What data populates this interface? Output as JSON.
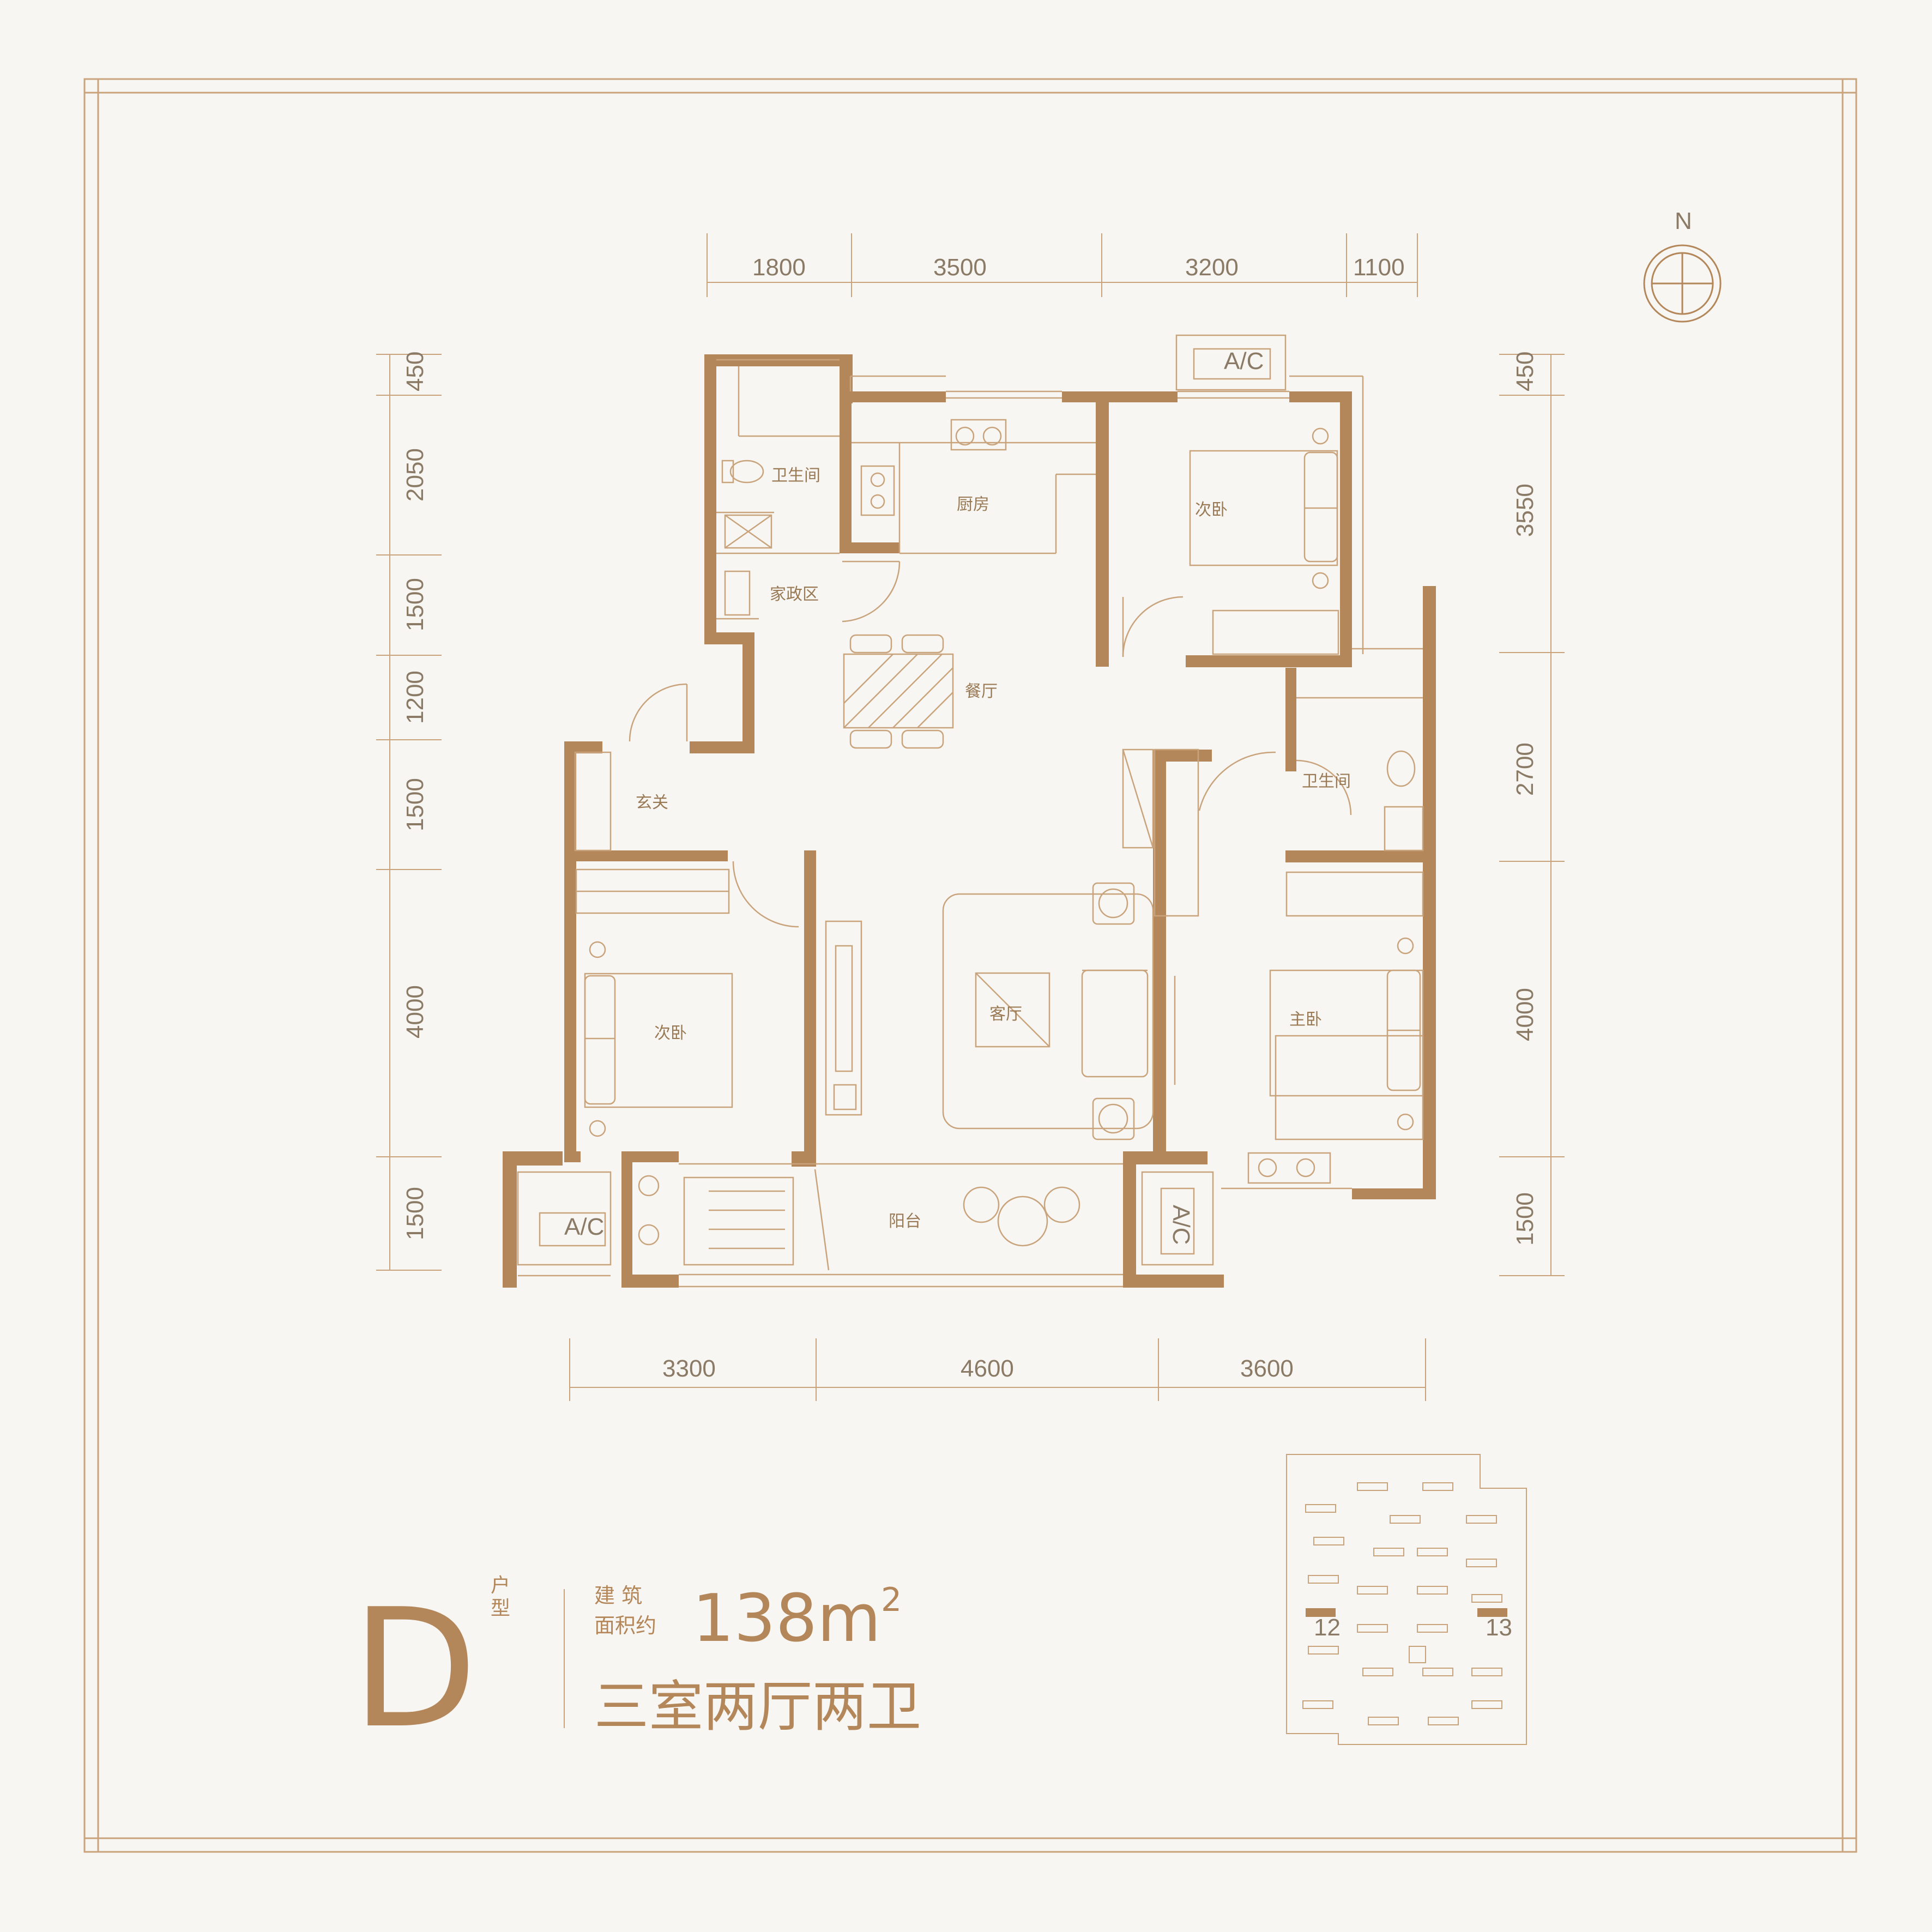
{
  "colors": {
    "wall": "#b4875a",
    "line": "#c9a37c",
    "text": "#8a7a66",
    "background": "#f7f6f2"
  },
  "compass": {
    "label": "N",
    "icon": "north-compass-icon"
  },
  "dimensions": {
    "top": [
      "1800",
      "3500",
      "3200",
      "1100"
    ],
    "bottom": [
      "3300",
      "4600",
      "3600"
    ],
    "left": [
      "450",
      "2050",
      "1500",
      "1200",
      "1500",
      "4000",
      "1500"
    ],
    "right": [
      "450",
      "3550",
      "2700",
      "4000",
      "1500"
    ]
  },
  "rooms": {
    "bathroom_1": "卫生间",
    "kitchen": "厨房",
    "bedroom_north": "次卧",
    "housekeeping": "家政区",
    "dining": "餐厅",
    "bathroom_2": "卫生间",
    "entry": "玄关",
    "bedroom_west": "次卧",
    "living": "客厅",
    "master_bedroom": "主卧",
    "balcony": "阳台"
  },
  "ac_labels": [
    "A/C",
    "A/C",
    "A/C"
  ],
  "info": {
    "type_letter": "D",
    "type_suffix": "户型",
    "area_label_line1": "建 筑",
    "area_label_line2": "面积约",
    "area_value": "138m",
    "area_sup": "2",
    "layout": "三室两厅两卫"
  },
  "site_plan": {
    "marker_a": "12",
    "marker_b": "13"
  }
}
